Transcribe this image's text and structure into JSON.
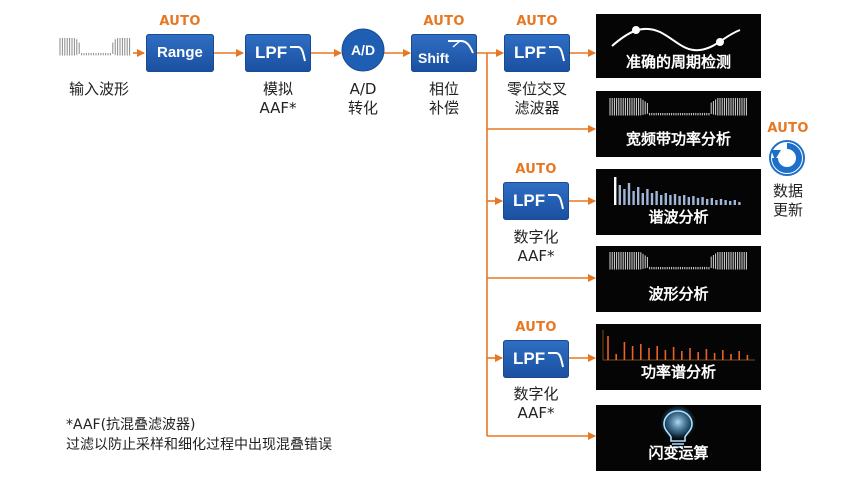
{
  "input": {
    "label": "输入波形"
  },
  "range": {
    "auto": "AUTO",
    "label": "Range"
  },
  "analog_lpf": {
    "box": "LPF",
    "label": "模拟\nAAF*"
  },
  "ad": {
    "box": "A/D",
    "label": "A/D\n转化"
  },
  "shift": {
    "auto": "AUTO",
    "box": "Shift",
    "label": "相位\n补偿"
  },
  "zero_lpf": {
    "auto": "AUTO",
    "box": "LPF",
    "label": "零位交叉\n滤波器"
  },
  "digital_lpf_1": {
    "auto": "AUTO",
    "box": "LPF",
    "label": "数字化\nAAF*"
  },
  "digital_lpf_2": {
    "auto": "AUTO",
    "box": "LPF",
    "label": "数字化\nAAF*"
  },
  "outputs": [
    {
      "label": "准确的周期检测",
      "icon": "period-detect-wave-icon"
    },
    {
      "label": "宽频带功率分析",
      "icon": "wideband-waveform-icon"
    },
    {
      "label": "谐波分析",
      "icon": "harmonic-bars-icon"
    },
    {
      "label": "波形分析",
      "icon": "waveform-icon"
    },
    {
      "label": "功率谱分析",
      "icon": "power-spectrum-icon"
    },
    {
      "label": "闪变运算",
      "icon": "lightbulb-icon"
    }
  ],
  "update": {
    "auto": "AUTO",
    "label": "数据\n更新",
    "icon": "refresh-icon"
  },
  "footnote": {
    "line1": "*AAF(抗混叠滤波器)",
    "line2": "过滤以防止采样和细化过程中出现混叠错误"
  },
  "colors": {
    "accent": "#e87722",
    "box_blue": "#1f5bb0",
    "circle_blue": "#1e5fb3",
    "panel": "#050505"
  }
}
